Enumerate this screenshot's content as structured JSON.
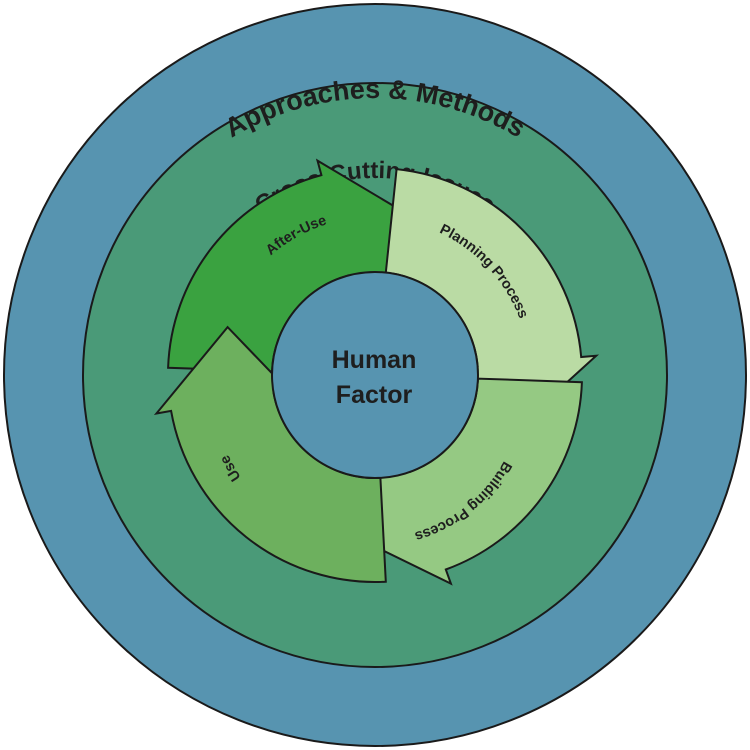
{
  "diagram": {
    "outer_ring": {
      "label": "Approaches & Methods",
      "color": "#5794b0"
    },
    "middle_ring": {
      "label": "Cross-Cutting Issues",
      "color": "#4a9a78"
    },
    "center": {
      "line1": "Human",
      "line2": "Factor",
      "color": "#5794b0"
    },
    "cycle": [
      {
        "label": "After-Use",
        "color": "#3aa240"
      },
      {
        "label": "Planning Process",
        "color": "#badba4"
      },
      {
        "label": "Building Process",
        "color": "#95c983"
      },
      {
        "label": "Use",
        "color": "#6db05e"
      }
    ],
    "outline_color": "#1a1a1a"
  }
}
